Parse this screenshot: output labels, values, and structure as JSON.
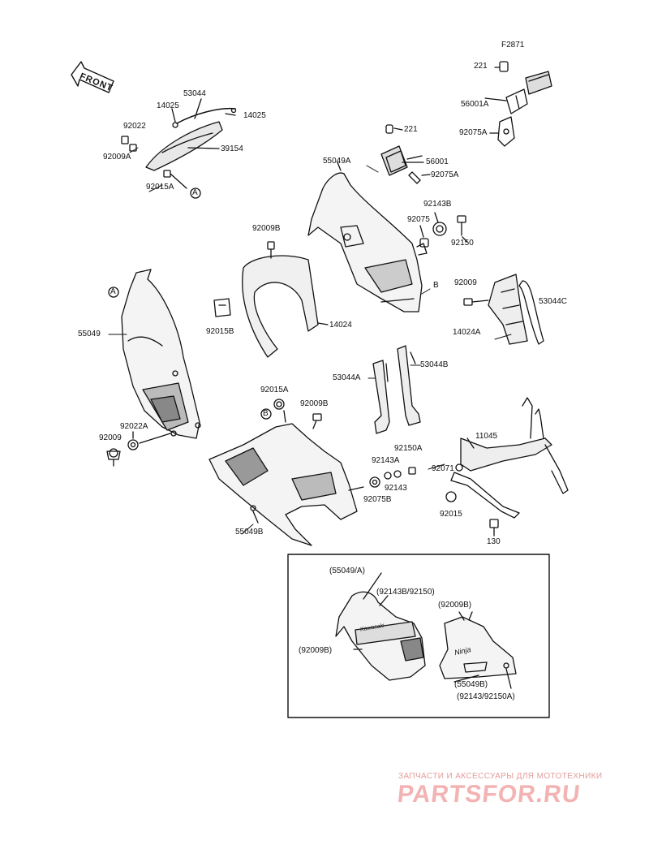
{
  "figure_code": "F2871",
  "front_arrow_label": "FRONT",
  "parts": {
    "p221_a": "221",
    "p56001a": "56001A",
    "p92075a_a": "92075A",
    "p221_b": "221",
    "p56001": "56001",
    "p92075a_b": "92075A",
    "p53044": "53044",
    "p14025_a": "14025",
    "p14025_b": "14025",
    "p92022": "92022",
    "p92009a": "92009A",
    "p39154": "39154",
    "p92015a_a": "92015A",
    "ref_a_top": "A",
    "p55049a": "55049A",
    "p92143b": "92143B",
    "p92075": "92075",
    "p92150": "92150",
    "p92009b_a": "92009B",
    "p92015b": "92015B",
    "p14024": "14024",
    "ref_b_mid": "B",
    "p92009": "92009",
    "p53044c": "53044C",
    "p14024a": "14024A",
    "ref_a_left": "A",
    "p55049": "55049",
    "p53044a": "53044A",
    "p53044b": "53044B",
    "p92015a_b": "92015A",
    "ref_b_lower": "B",
    "p92009b_b": "92009B",
    "p92022a": "92022A",
    "p92009_b": "92009",
    "p92150a": "92150A",
    "p11045": "11045",
    "p92143a": "92143A",
    "p92143": "92143",
    "p92071": "92071",
    "p92075b": "92075B",
    "p55049b": "55049B",
    "p92015": "92015",
    "p130": "130"
  },
  "inset": {
    "l1": "(55049/A)",
    "l2": "(92143B/92150)",
    "l3": "(92009B)",
    "l4": "(92009B)",
    "l5": "(55049B)",
    "l6": "(92143/92150A)",
    "decal_kawasaki": "Kawasaki",
    "decal_ninja": "Ninja"
  },
  "watermark": {
    "tagline": "ЗАПЧАСТИ И АКСЕССУАРЫ ДЛЯ МОТОТЕХНИКИ",
    "brand": "PARTSFOR.RU"
  }
}
